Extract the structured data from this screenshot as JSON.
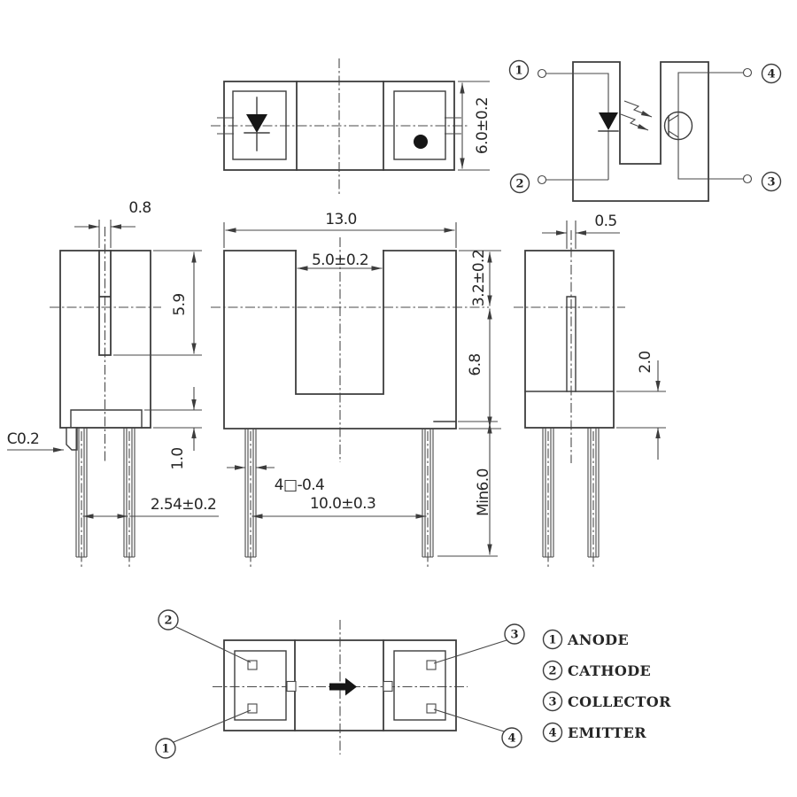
{
  "dimensions": {
    "top_view": {
      "height": "6.0±0.2"
    },
    "side_view_left": {
      "slot_width": "0.8",
      "slot_depth": "5.9",
      "chamfer": "C0.2",
      "collar_height": "1.0",
      "pin_pitch": "2.54±0.2"
    },
    "front_view": {
      "body_width": "13.0",
      "gap_width": "5.0±0.2",
      "top_to_center": "3.2±0.2",
      "center_to_bottom": "6.8",
      "pin_cross_section": "4□-0.4",
      "outer_pin_span": "10.0±0.3",
      "pin_length_min": "Min6.0"
    },
    "side_view_right": {
      "slit_width": "0.5",
      "base_height": "2.0"
    }
  },
  "pin_numbers": [
    "1",
    "2",
    "3",
    "4"
  ],
  "legend": {
    "items": [
      {
        "num": "1",
        "label": "ANODE"
      },
      {
        "num": "2",
        "label": "CATHODE"
      },
      {
        "num": "3",
        "label": "COLLECTOR"
      },
      {
        "num": "4",
        "label": "EMITTER"
      }
    ]
  },
  "colors": {
    "line": "#3d3d3d",
    "text": "#262626",
    "background": "#ffffff"
  }
}
